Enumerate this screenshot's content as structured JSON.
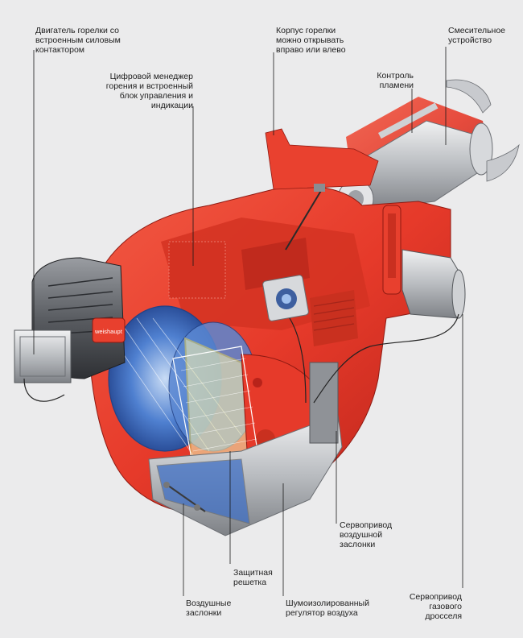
{
  "brand": "weishaupt",
  "colors": {
    "background": "#ebebec",
    "housing_red": "#e63a2a",
    "housing_dark": "#b8231a",
    "fan_blue": "#3f6fc4",
    "metal_grey": "#b9bcc0",
    "motor_dark": "#4a4d52"
  },
  "labels": {
    "motor": "Двигатель горелки со\nвстроенным силовым\nконтактором",
    "combustion_manager": "Цифровой менеджер\nгорения и встроенный\nблок управления и\nиндикации",
    "housing_open": "Корпус горелки\nможно открывать\nвправо или влево",
    "mixing_device": "Смесительное\nустройство",
    "flame_control": "Контроль\nпламени",
    "air_damper_servo": "Сервопривод\nвоздушной\nзаслонки",
    "protective_grille": "Защитная\nрешетка",
    "air_dampers": "Воздушные\nзаслонки",
    "air_regulator": "Шумоизолированный\nрегулятор воздуха",
    "gas_servo": "Сервопривод\nгазового\nдросселя"
  }
}
